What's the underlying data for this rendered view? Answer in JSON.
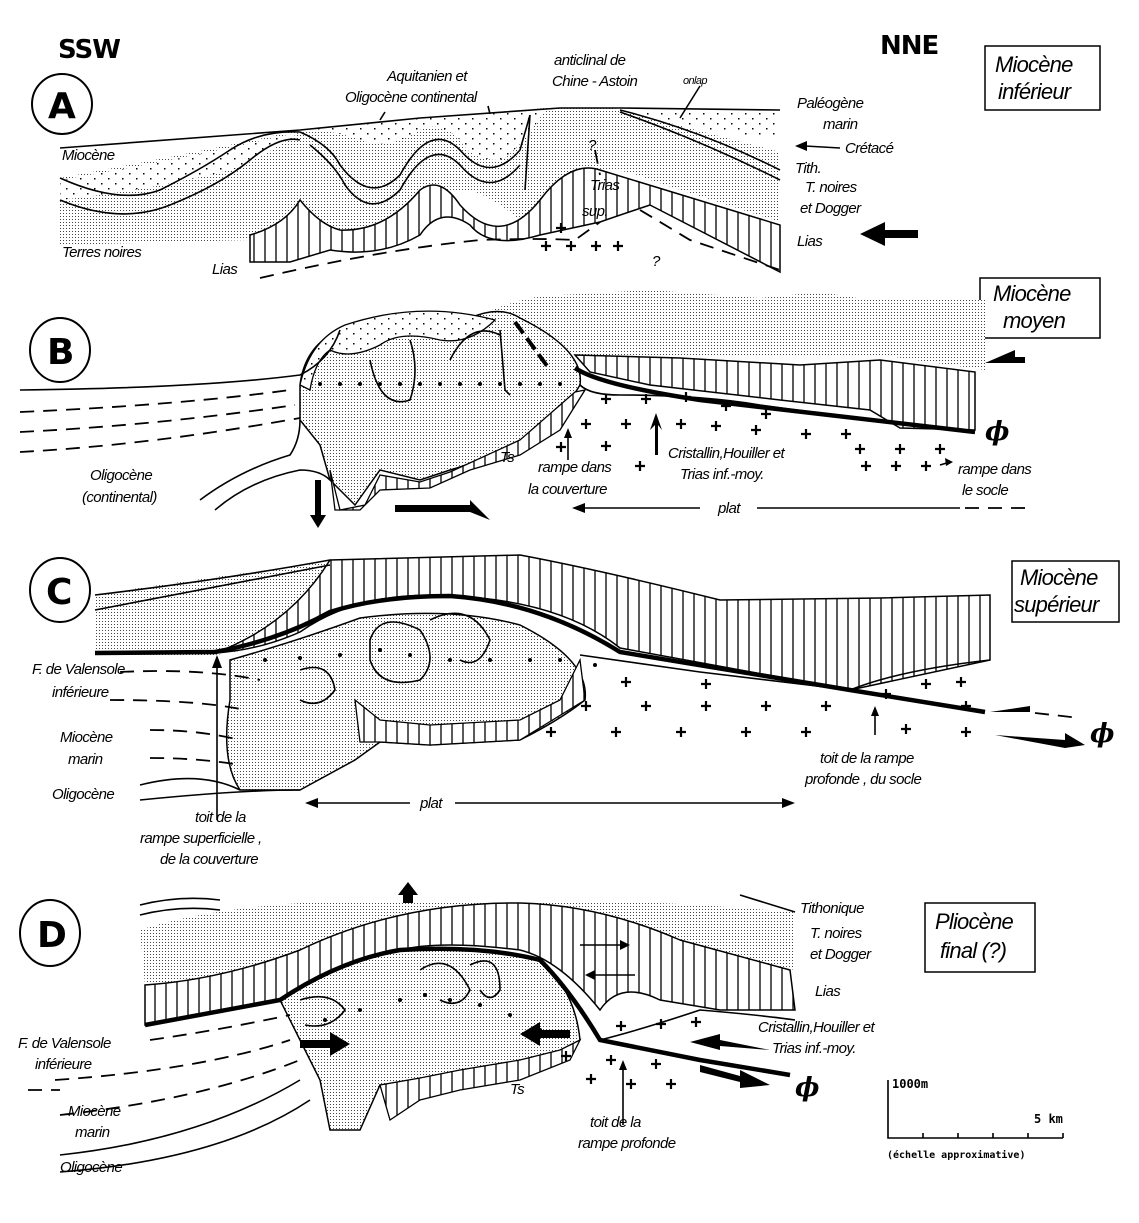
{
  "header": {
    "left_direction": "SSW",
    "right_direction": "NNE"
  },
  "panel_a": {
    "letter": "A",
    "period": [
      "Miocène",
      "inférieur"
    ],
    "anticline": [
      "anticlinal de",
      "Chine - Astoin"
    ],
    "aquitanien": [
      "Aquitanien et",
      "Oligocène  continental"
    ],
    "onlap": "onlap",
    "paleogene": [
      "Paléogène",
      "marin"
    ],
    "miocene": "Miocène",
    "cretace": "Crétacé",
    "tith": "Tith.",
    "tnoires": [
      "T. noires",
      "et Dogger"
    ],
    "trias": [
      "Trias",
      "sup."
    ],
    "question": "?",
    "terres_noires": "Terres noires",
    "lias": "Lias"
  },
  "panel_b": {
    "letter": "B",
    "period": [
      "Miocène",
      "moyen"
    ],
    "oligocene": [
      "Oligocène",
      "(continental)"
    ],
    "ts": "Ts",
    "rampe_couverture": [
      "rampe dans",
      "la couverture"
    ],
    "cristallin": [
      "Cristallin,Houiller et",
      "Trias inf.-moy."
    ],
    "rampe_socle": [
      "rampe dans",
      "le socle"
    ],
    "plat": "plat",
    "phi": "ϕ"
  },
  "panel_c": {
    "letter": "C",
    "period": [
      "Miocène",
      "supérieur"
    ],
    "valensole": [
      "F. de Valensole",
      "inférieure"
    ],
    "miocene_marin": [
      "Miocène",
      "marin"
    ],
    "oligocene": "Oligocène",
    "plat": "plat",
    "toit_superficielle": [
      "toit de la",
      "rampe superficielle ,",
      "de la couverture"
    ],
    "toit_profonde": [
      "toit de la rampe",
      "profonde , du socle"
    ],
    "phi": "ϕ"
  },
  "panel_d": {
    "letter": "D",
    "period": [
      "Pliocène",
      "final  (?)"
    ],
    "tithonique": "Tithonique",
    "tnoires": [
      "T. noires",
      "et Dogger"
    ],
    "lias": "Lias",
    "cristallin": [
      "Cristallin,Houiller et",
      "Trias  inf.-moy."
    ],
    "valensole": [
      "F. de Valensole",
      "inférieure"
    ],
    "miocene_marin": [
      "Miocène",
      "marin"
    ],
    "oligocene": "Oligocène",
    "ts": "Ts",
    "toit_profonde": [
      "toit de la",
      "rampe profonde"
    ],
    "phi": "ϕ"
  },
  "scale": {
    "vertical": "1000m",
    "horizontal": "5 km",
    "note": "(échelle approximative)"
  }
}
